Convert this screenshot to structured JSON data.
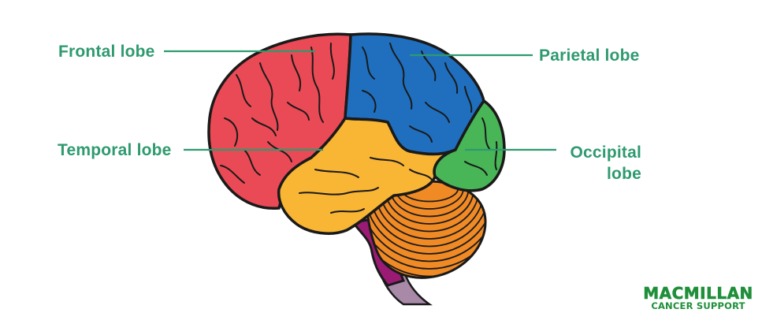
{
  "labels": {
    "frontal": "Frontal lobe",
    "parietal": "Parietal lobe",
    "temporal": "Temporal lobe",
    "occipital": "Occipital lobe"
  },
  "logo": {
    "line1": "MACMILLAN",
    "line2": "CANCER SUPPORT"
  },
  "colors": {
    "frontal": "#ea4a55",
    "parietal": "#1f6fbe",
    "temporal": "#f9b534",
    "occipital": "#48b557",
    "cerebellum": "#f08a25",
    "brainstem": "#9b1b74",
    "spinal_cord": "#a88aa8",
    "outline": "#1a1a1a",
    "label_text": "#2e9a6f",
    "leader_line": "#2e9a6f",
    "logo": "#1f8f3a"
  }
}
